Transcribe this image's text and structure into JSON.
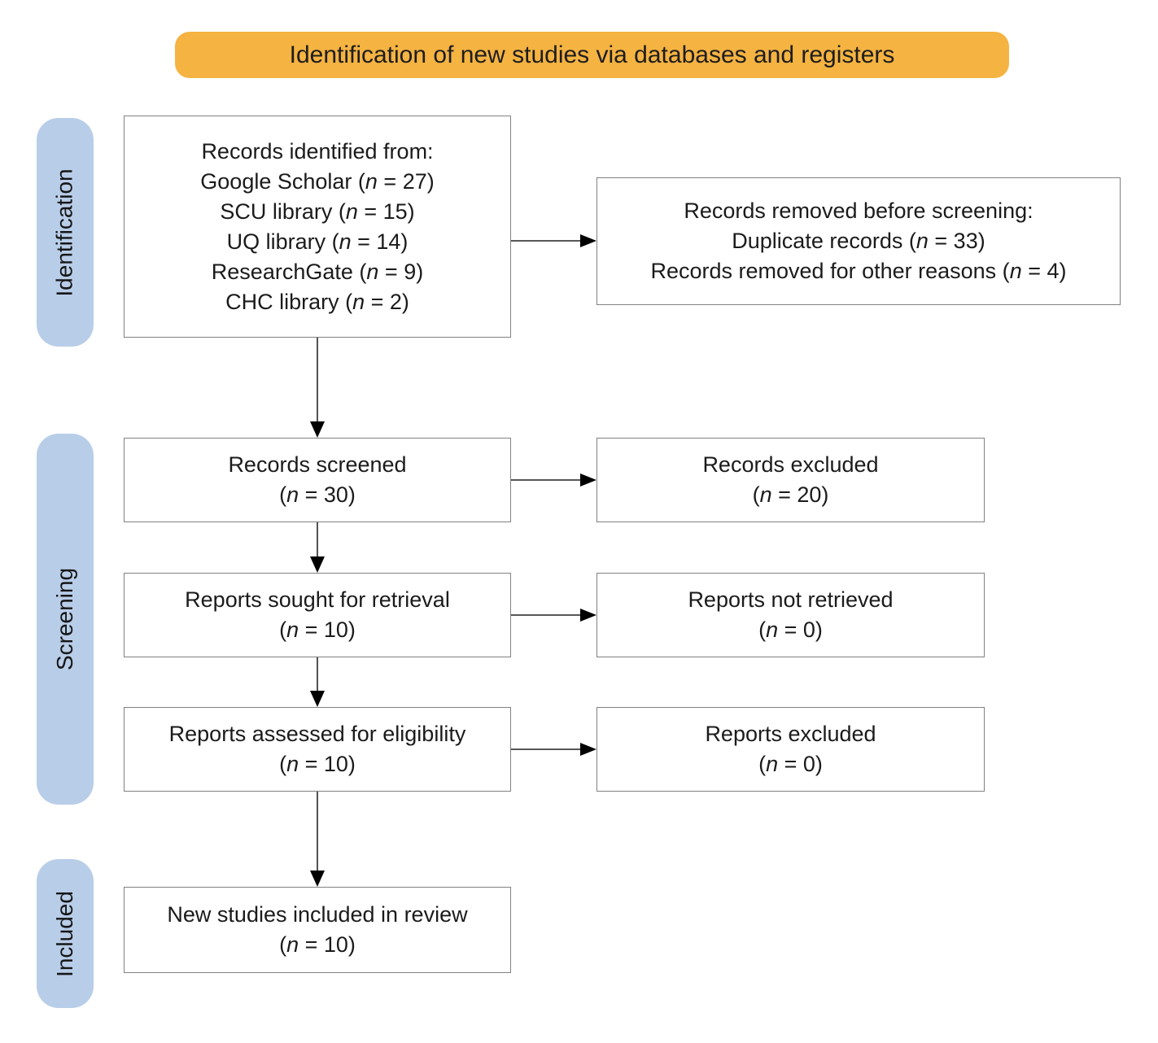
{
  "title_banner": {
    "label": "Identification of new studies via databases and registers"
  },
  "stages": {
    "identification": "Identification",
    "screening": "Screening",
    "included": "Included"
  },
  "boxes": {
    "records_identified": {
      "lines": [
        "Records identified from:",
        "Google Scholar (n = 27)",
        "SCU library (n = 15)",
        "UQ library (n = 14)",
        "ResearchGate (n = 9)",
        "CHC library (n = 2)"
      ]
    },
    "records_removed": {
      "lines": [
        "Records removed before screening:",
        "Duplicate records (n = 33)",
        "Records removed for other reasons (n = 4)"
      ]
    },
    "records_screened": {
      "lines": [
        "Records screened",
        "(n = 30)"
      ]
    },
    "records_excluded": {
      "lines": [
        "Records excluded",
        "(n = 20)"
      ]
    },
    "reports_sought": {
      "lines": [
        "Reports sought for retrieval",
        "(n = 10)"
      ]
    },
    "reports_not_retrieved": {
      "lines": [
        "Reports not retrieved",
        "(n = 0)"
      ]
    },
    "reports_assessed": {
      "lines": [
        "Reports assessed for eligibility",
        "(n = 10)"
      ]
    },
    "reports_excluded": {
      "lines": [
        "Reports excluded",
        "(n = 0)"
      ]
    },
    "new_studies_included": {
      "lines": [
        "New studies included in review",
        "(n = 10)"
      ]
    }
  },
  "colors": {
    "banner-bg": "#F5B342",
    "stage-bg": "#B8CDE8",
    "box-border": "#818181",
    "arrow": "#3F3F3F",
    "text": "#1A1A1A"
  }
}
